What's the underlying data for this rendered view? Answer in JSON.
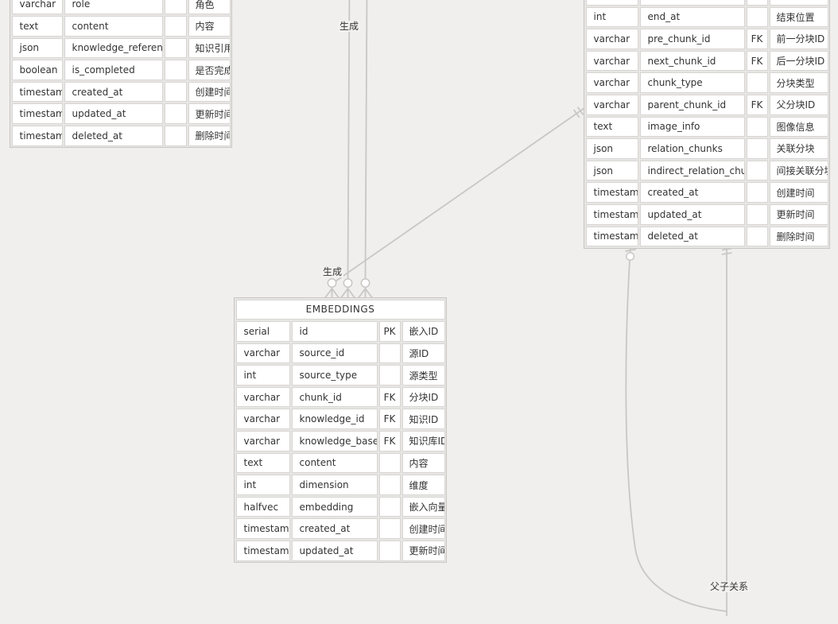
{
  "diagram": {
    "type": "entity-relationship",
    "colors": {
      "background": "#f0efed",
      "line": "#c9c7c4",
      "cell_border": "#d8d6d3",
      "text": "#333333",
      "cell_fill": "#ffffff"
    }
  },
  "edge_labels": {
    "generate_top": "生成",
    "generate_mid": "生成",
    "parent_child": "父子关系"
  },
  "tables": [
    {
      "id": "left-partial",
      "title": null,
      "rows": [
        {
          "type": "varchar",
          "name": "role",
          "key": "",
          "comment": "角色"
        },
        {
          "type": "text",
          "name": "content",
          "key": "",
          "comment": "内容"
        },
        {
          "type": "json",
          "name": "knowledge_references",
          "key": "",
          "comment": "知识引用"
        },
        {
          "type": "boolean",
          "name": "is_completed",
          "key": "",
          "comment": "是否完成"
        },
        {
          "type": "timestamp",
          "name": "created_at",
          "key": "",
          "comment": "创建时间"
        },
        {
          "type": "timestamp",
          "name": "updated_at",
          "key": "",
          "comment": "更新时间"
        },
        {
          "type": "timestamp",
          "name": "deleted_at",
          "key": "",
          "comment": "删除时间"
        }
      ]
    },
    {
      "id": "chunks-partial",
      "title": null,
      "rows": [
        {
          "type": "",
          "name": "",
          "key": "",
          "comment": ""
        },
        {
          "type": "int",
          "name": "end_at",
          "key": "",
          "comment": "结束位置"
        },
        {
          "type": "varchar",
          "name": "pre_chunk_id",
          "key": "FK",
          "comment": "前一分块ID"
        },
        {
          "type": "varchar",
          "name": "next_chunk_id",
          "key": "FK",
          "comment": "后一分块ID"
        },
        {
          "type": "varchar",
          "name": "chunk_type",
          "key": "",
          "comment": "分块类型"
        },
        {
          "type": "varchar",
          "name": "parent_chunk_id",
          "key": "FK",
          "comment": "父分块ID"
        },
        {
          "type": "text",
          "name": "image_info",
          "key": "",
          "comment": "图像信息"
        },
        {
          "type": "json",
          "name": "relation_chunks",
          "key": "",
          "comment": "关联分块"
        },
        {
          "type": "json",
          "name": "indirect_relation_chunks",
          "key": "",
          "comment": "间接关联分块"
        },
        {
          "type": "timestamp",
          "name": "created_at",
          "key": "",
          "comment": "创建时间"
        },
        {
          "type": "timestamp",
          "name": "updated_at",
          "key": "",
          "comment": "更新时间"
        },
        {
          "type": "timestamp",
          "name": "deleted_at",
          "key": "",
          "comment": "删除时间"
        }
      ]
    },
    {
      "id": "embeddings",
      "title": "EMBEDDINGS",
      "rows": [
        {
          "type": "serial",
          "name": "id",
          "key": "PK",
          "comment": "嵌入ID"
        },
        {
          "type": "varchar",
          "name": "source_id",
          "key": "",
          "comment": "源ID"
        },
        {
          "type": "int",
          "name": "source_type",
          "key": "",
          "comment": "源类型"
        },
        {
          "type": "varchar",
          "name": "chunk_id",
          "key": "FK",
          "comment": "分块ID"
        },
        {
          "type": "varchar",
          "name": "knowledge_id",
          "key": "FK",
          "comment": "知识ID"
        },
        {
          "type": "varchar",
          "name": "knowledge_base_id",
          "key": "FK",
          "comment": "知识库ID"
        },
        {
          "type": "text",
          "name": "content",
          "key": "",
          "comment": "内容"
        },
        {
          "type": "int",
          "name": "dimension",
          "key": "",
          "comment": "维度"
        },
        {
          "type": "halfvec",
          "name": "embedding",
          "key": "",
          "comment": "嵌入向量"
        },
        {
          "type": "timestamp",
          "name": "created_at",
          "key": "",
          "comment": "创建时间"
        },
        {
          "type": "timestamp",
          "name": "updated_at",
          "key": "",
          "comment": "更新时间"
        }
      ]
    }
  ]
}
